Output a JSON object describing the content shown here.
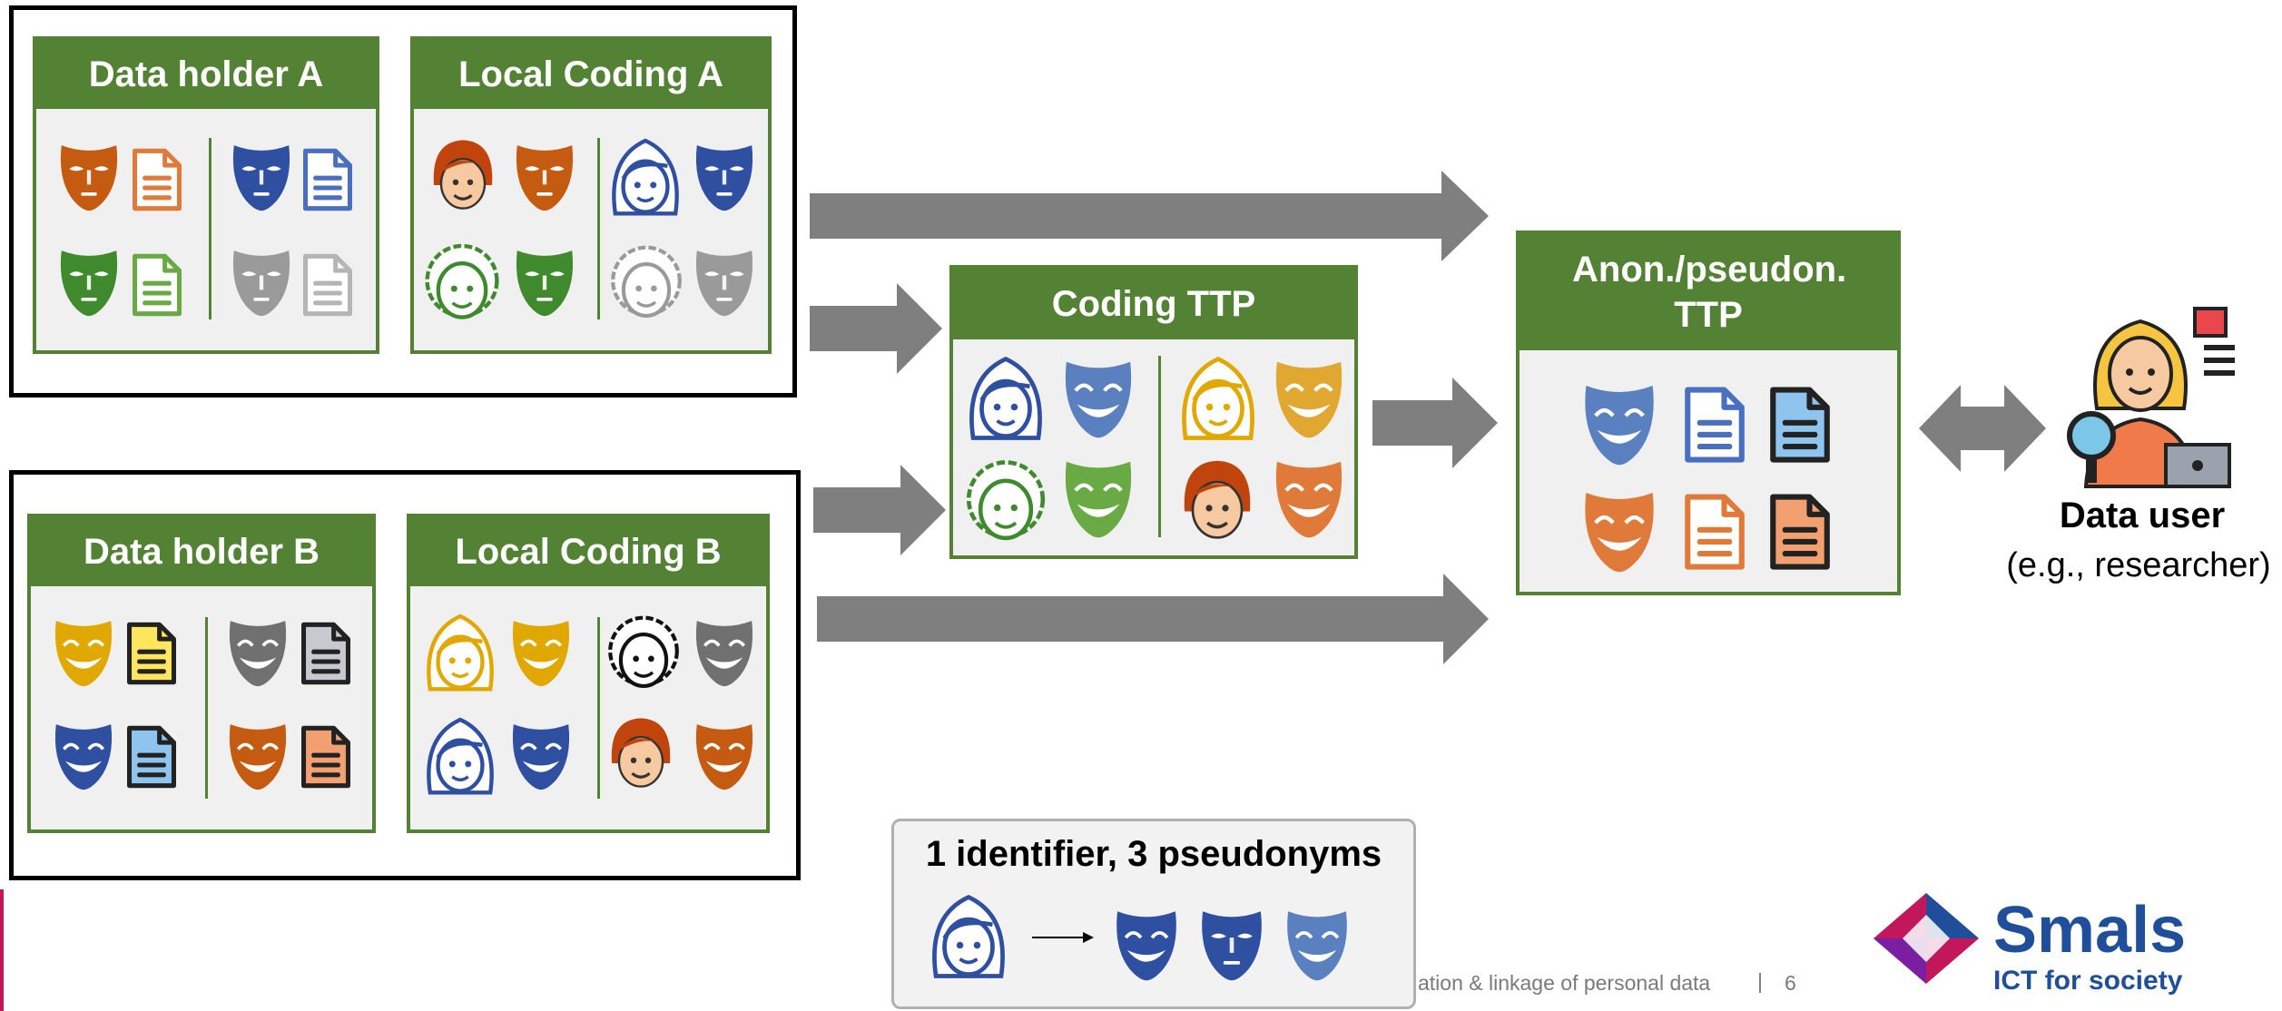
{
  "panels": {
    "holder_a": "Data holder A",
    "local_a": "Local Coding A",
    "holder_b": "Data holder B",
    "local_b": "Local Coding B",
    "coding_ttp": "Coding TTP",
    "anon_ttp": "Anon./pseudon. TTP"
  },
  "data_user": {
    "title": "Data user",
    "subtitle": "(e.g., researcher)"
  },
  "legend": {
    "title": "1 identifier, 3 pseudonyms"
  },
  "footer": {
    "text": "ation & linkage of personal data",
    "separator": "|",
    "page": "6"
  },
  "brand": {
    "name": "Smals",
    "tagline": "ICT for society"
  },
  "colors": {
    "panel_green": "#548235",
    "arrow_gray": "#7f7f7f",
    "mask_orange": "#c55a11",
    "mask_dark_blue": "#2f4fa0",
    "mask_green": "#3f8a2c",
    "mask_gray": "#9a9a9a",
    "mask_yellow": "#e0a800",
    "mask_light_blue": "#5b80c0",
    "mask_light_orange": "#e07a3a",
    "mask_light_green": "#6aaa44",
    "brand_blue": "#1f4e9a"
  }
}
